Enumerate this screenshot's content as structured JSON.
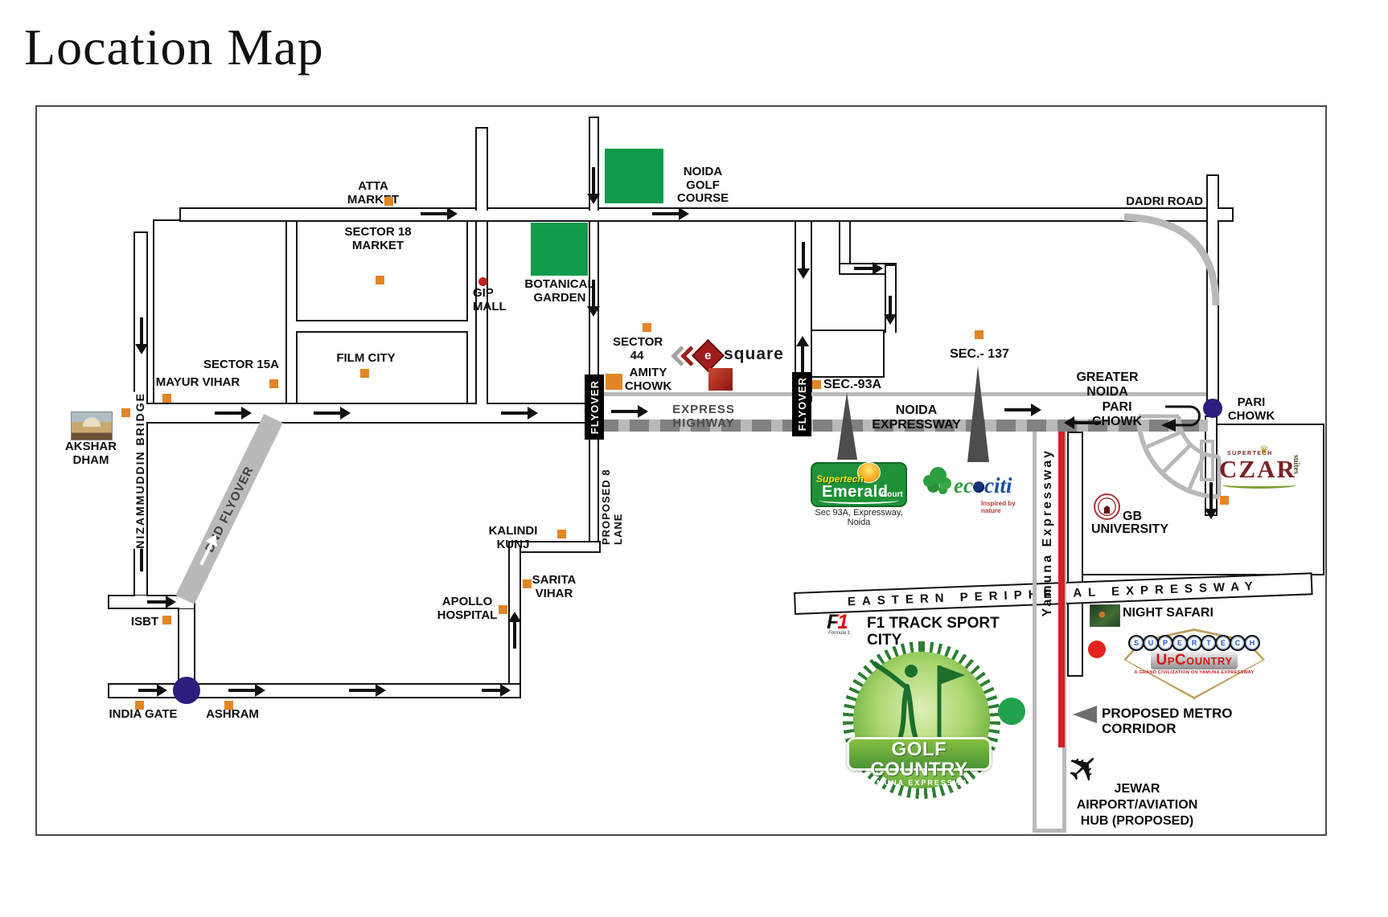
{
  "title": "Location Map",
  "colors": {
    "landmark_square": "#e08626",
    "park_green": "#0f9b4b",
    "junction_navy": "#2a1f7e",
    "alert_red": "#e42320",
    "esquare_maroon": "#a01d1d",
    "flyover_gray": "#b9b9b9",
    "yamuna_red_line": "#d42020",
    "road_outline": "#141414"
  },
  "labels": {
    "atta_market": "ATTA\nMARKET",
    "sector18_market": "SECTOR 18\nMARKET",
    "film_city": "FILM CITY",
    "sector_15a": "SECTOR 15A",
    "mayur_vihar": "MAYUR VIHAR",
    "akshar_dham": "AKSHAR\nDHAM",
    "nizammuddin_bridge": "NIZAMMUDDIN BRIDGE",
    "dnd_flyover": "DND FLYOVER",
    "isbt": "ISBT",
    "india_gate": "INDIA GATE",
    "ashram": "ASHRAM",
    "gip_mall": "GIP\nMALL",
    "botanical_garden": "BOTANICAL\nGARDEN",
    "noida_golf_course": "NOIDA\nGOLF\nCOURSE",
    "dadri_road": "DADRI ROAD",
    "sector_44": "SECTOR\n44",
    "amity_chowk": "AMITY\nCHOWK",
    "flyover": "FLYOVER",
    "express_highway": "EXPRESS HIGHWAY",
    "proposed_8_lane": "PROPOSED 8 LANE",
    "kalindi_kunj": "KALINDI KUNJ",
    "sarita_vihar": "SARITA\nVIHAR",
    "apollo_hospital": "APOLLO\nHOSPITAL",
    "sec_93a": "SEC.-93A",
    "noida_expressway": "NOIDA EXPRESSWAY",
    "sec_137": "SEC.- 137",
    "greater_noida": "GREATER NOIDA",
    "pari_chowk": "PARI CHOWK",
    "pari_chowk_junction": "PARI\nCHOWK",
    "gb": "GB",
    "university": "UNIVERSITY",
    "yamuna_expressway": "Yamuna Expressway",
    "eastern_peripheral": "EASTERN PERIPHERAL EXPRESSWAY",
    "f1_track": "F1 TRACK SPORT CITY",
    "night_safari": "NIGHT SAFARI",
    "proposed_metro": "PROPOSED METRO CORRIDOR",
    "jewar": "JEWAR\nAIRPORT/AVIATION\nHUB (PROPOSED)"
  },
  "logos": {
    "esquare": {
      "letter": "e",
      "word": "square"
    },
    "emerald": {
      "brand": "Supertech",
      "name": "Emerald",
      "suffix": "Court",
      "caption": "Sec 93A, Expressway, Noida"
    },
    "ecociti": {
      "part1": "ec",
      "part2": "citi",
      "tagline": "Inspired by nature"
    },
    "czar": {
      "brand": "SUPERTECH",
      "name": "CZAR",
      "sub": "suites"
    },
    "upcountry": {
      "brand": "SUPERTECH",
      "name": "UpCountry",
      "tagline": "A GRAND CIVILIZATION ON YAMUNA EXPRESSWAY"
    },
    "golf_country": {
      "name": "GOLF COUNTRY",
      "sub": "YAMUNA EXPRESSWAY"
    },
    "f1": {
      "big": "F1",
      "small": "Formula 1"
    }
  }
}
